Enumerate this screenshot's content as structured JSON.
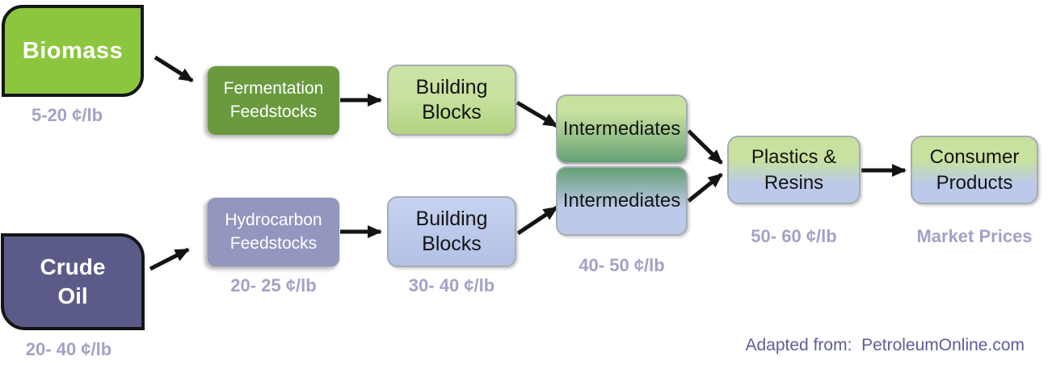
{
  "colors": {
    "biomass_fill": "#8CC63E",
    "crude_oil_fill": "#5B5B89",
    "fermentation_fill": "#6A9A3D",
    "hydrocarbon_fill": "#9396BE",
    "light_green": "#C8E19F",
    "light_blue": "#BCC9EA",
    "mid_green": "#64A074",
    "price_text": "#A2A2C7",
    "credit_text": "#5D5D99",
    "arrow_color": "#141414"
  },
  "nodes": {
    "biomass": {
      "label": "Biomass",
      "price": "5-20 ¢/lb"
    },
    "crude_oil": {
      "label": "Crude\nOil",
      "price": "20- 40 ¢/lb"
    },
    "fermentation_feedstocks": {
      "label": "Fermentation\nFeedstocks"
    },
    "hydrocarbon_feedstocks": {
      "label": "Hydrocarbon\nFeedstocks",
      "price": "20- 25 ¢/lb"
    },
    "building_blocks_bio": {
      "label": "Building\nBlocks"
    },
    "building_blocks_petro": {
      "label": "Building\nBlocks",
      "price": "30- 40 ¢/lb"
    },
    "intermediates_bio": {
      "label": "Intermediates"
    },
    "intermediates_petro": {
      "label": "Intermediates",
      "price": "40- 50 ¢/lb"
    },
    "plastics_resins": {
      "label": "Plastics &\nResins",
      "price": "50- 60 ¢/lb"
    },
    "consumer_products": {
      "label": "Consumer\nProducts",
      "price": "Market Prices"
    }
  },
  "credit": "Adapted from:  PetroleumOnline.com"
}
